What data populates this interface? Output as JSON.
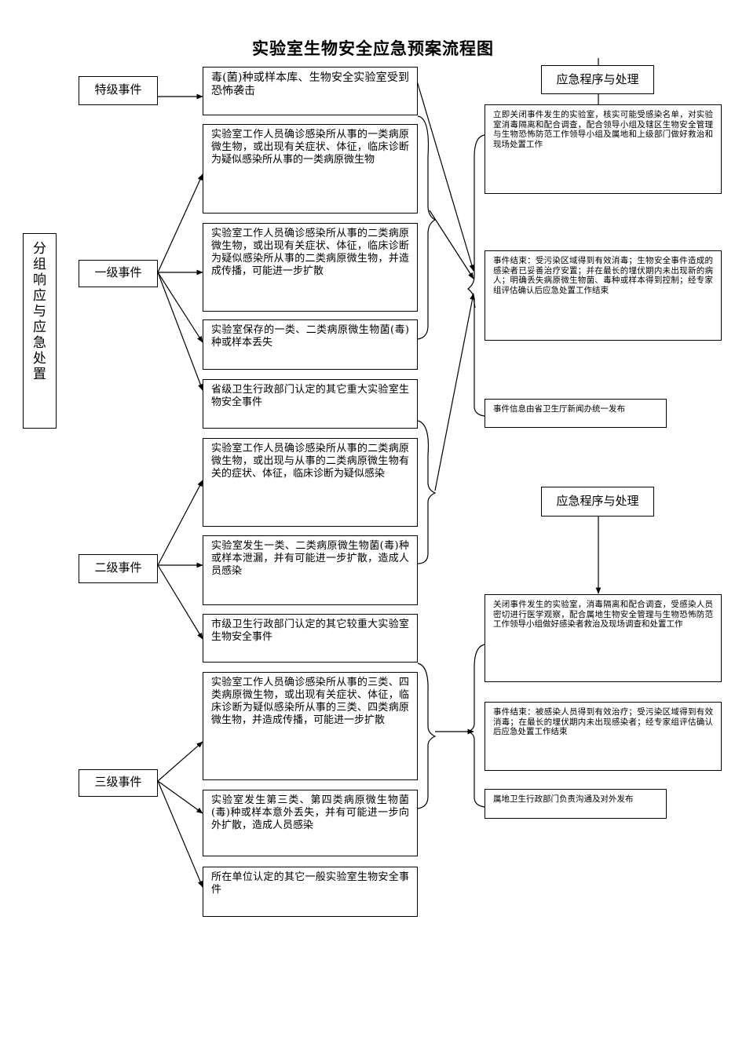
{
  "title": "实验室生物安全应急预案流程图",
  "side_label": "分组响应与应急处置",
  "levels": {
    "special": "特级事件",
    "level1": "一级事件",
    "level2": "二级事件",
    "level3": "三级事件"
  },
  "events": {
    "special_1": "毒(菌)种或样本库、生物安全实验室受到恐怖袭击",
    "l1_1": "实验室工作人员确诊感染所从事的一类病原微生物，或出现有关症状、体征，临床诊断为疑似感染所从事的一类病原微生物",
    "l1_2": "实验室工作人员确诊感染所从事的二类病原微生物，或出现有关症状、体征，临床诊断为疑似感染所从事的二类病原微生物，并造成传播，可能进一步扩散",
    "l1_3": "实验室保存的一类、二类病原微生物菌(毒)种或样本丢失",
    "l1_4": "省级卫生行政部门认定的其它重大实验室生物安全事件",
    "l2_1": "实验室工作人员确诊感染所从事的二类病原微生物，或出现与从事的二类病原微生物有关的症状、体征，临床诊断为疑似感染",
    "l2_2": "实验室发生一类、二类病原微生物菌(毒)种或样本泄漏，并有可能进一步扩散，造成人员感染",
    "l2_3": "市级卫生行政部门认定的其它较重大实验室生物安全事件",
    "l3_1": "实验室工作人员确诊感染所从事的三类、四类病原微生物，或出现有关症状、体征，临床诊断为疑似感染所从事的三类、四类病原微生物，并造成传播，可能进一步扩散",
    "l3_2": "实验室发生第三类、第四类病原微生物菌(毒)种或样本意外丢失，并有可能进一步向外扩散，造成人员感染",
    "l3_3": "所在单位认定的其它一般实验室生物安全事件"
  },
  "procedures": {
    "top_label": "应急程序与处理",
    "top_1": "立即关闭事件发生的实验室，核实可能受感染名单，对实验室消毒隔离和配合调查，配合领导小组及辖区生物安全管理与生物恐怖防范工作领导小组及属地和上级部门做好救治和现场处置工作",
    "top_2": "事件结束：受污染区域得到有效消毒；生物安全事件造成的感染者已妥善治疗安置；并在最长的埋伏期内未出现新的病人；明确丢失病原微生物菌、毒种或样本得到控制；经专家组评估确认后应急处置工作结束",
    "top_3": "事件信息由省卫生厅新闻办统一发布",
    "bottom_label": "应急程序与处理",
    "bottom_1": "关闭事件发生的实验室，消毒隔离和配合调查，受感染人员密切进行医学观察，配合属地生物安全管理与生物恐怖防范工作领导小组做好感染者救治及现场调查和处置工作",
    "bottom_2": "事件结束：被感染人员得到有效治疗；受污染区域得到有效消毒；在最长的埋伏期内未出现感染者；经专家组评估确认后应急处置工作结束",
    "bottom_3": "属地卫生行政部门负责沟通及对外发布"
  }
}
